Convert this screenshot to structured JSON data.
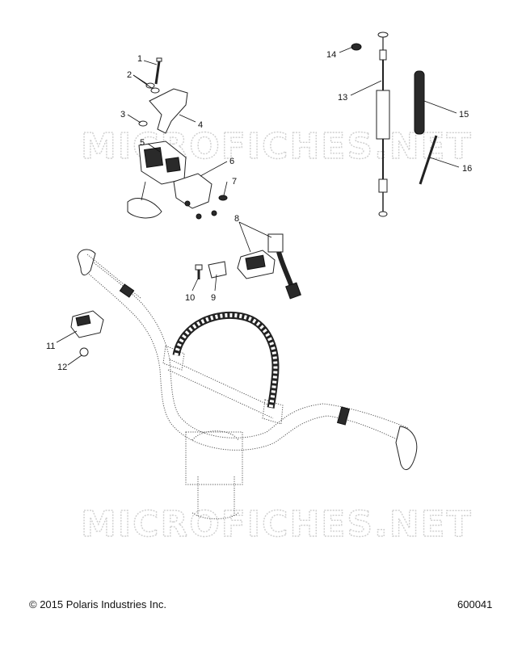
{
  "watermark": "MICROFICHES.NET",
  "callouts": [
    "1",
    "2",
    "3",
    "4",
    "5",
    "6",
    "7",
    "8",
    "9",
    "10",
    "11",
    "12",
    "13",
    "14",
    "15",
    "16"
  ],
  "footer": {
    "copyright": "© 2015 Polaris Industries Inc.",
    "figure_number": "600041"
  }
}
